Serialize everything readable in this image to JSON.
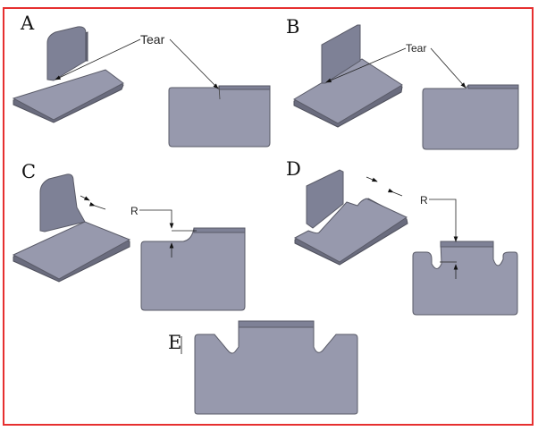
{
  "figure": {
    "panels": [
      {
        "id": "A",
        "label": "A",
        "callout": "Tear"
      },
      {
        "id": "B",
        "label": "B",
        "callout": "Tear"
      },
      {
        "id": "C",
        "label": "C",
        "callout": "R"
      },
      {
        "id": "D",
        "label": "D",
        "callout": "R"
      },
      {
        "id": "E",
        "label": "E"
      }
    ],
    "colors": {
      "border": "#e63030",
      "metal": "#9799ad",
      "metal_dark": "#7e8196",
      "edge": "#5a5b68"
    }
  }
}
